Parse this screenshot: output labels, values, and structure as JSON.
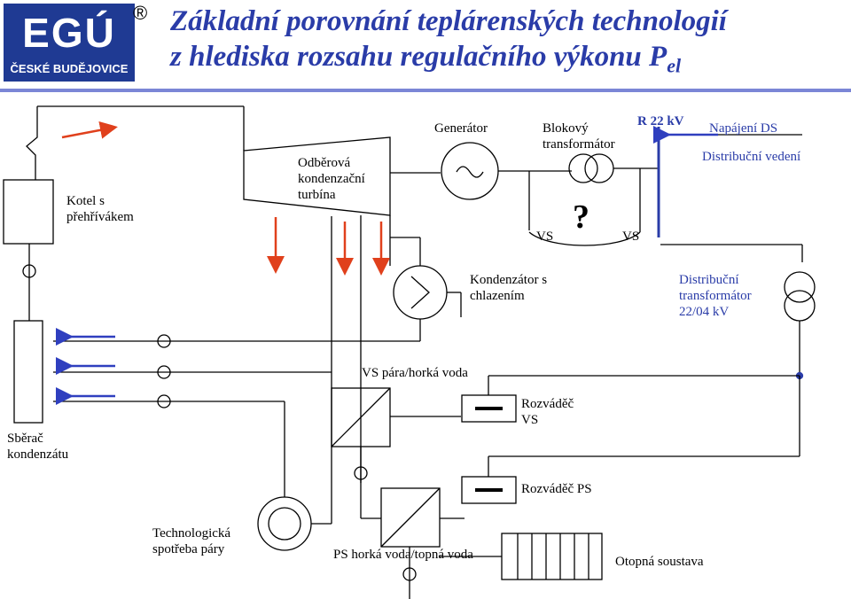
{
  "logo": {
    "name": "EGÚ",
    "city": "ČESKÉ BUDĚJOVICE",
    "reg_mark": "®"
  },
  "title": {
    "line1": "Základní porovnání teplárenských technologií",
    "line2": "z hlediska rozsahu regulačního výkonu P",
    "sub": "el"
  },
  "labels": {
    "kotel": "Kotel s přehřívákem",
    "turbina": "Odběrová kondenzační turbína",
    "generator": "Generátor",
    "blokovy": "Blokový transformátor",
    "r22": "R 22 kV",
    "napajeni": "Napájení DS",
    "distr_vedeni": "Distribuční vedení",
    "vs_left": "VS",
    "question": "?",
    "vs_right": "VS",
    "kondenzator": "Kondenzátor s chlazením",
    "distr_trafo": "Distribuční transformátor 22/04 kV",
    "vs_para": "VS pára/horká voda",
    "rozvadec_vs": "Rozváděč VS",
    "sberac": "Sběrač kondenzátu",
    "rozvadec_ps": "Rozváděč PS",
    "techno": "Technologická spotřeba páry",
    "ps_voda": "PS horká voda/topná voda",
    "otopna": "Otopná soustava"
  },
  "colors": {
    "title": "#2a3ca8",
    "blue_arrow": "#2f3fbf",
    "red_arrow": "#e0401c",
    "logo_bg": "#1f3a93",
    "band": "#7b86d6"
  }
}
